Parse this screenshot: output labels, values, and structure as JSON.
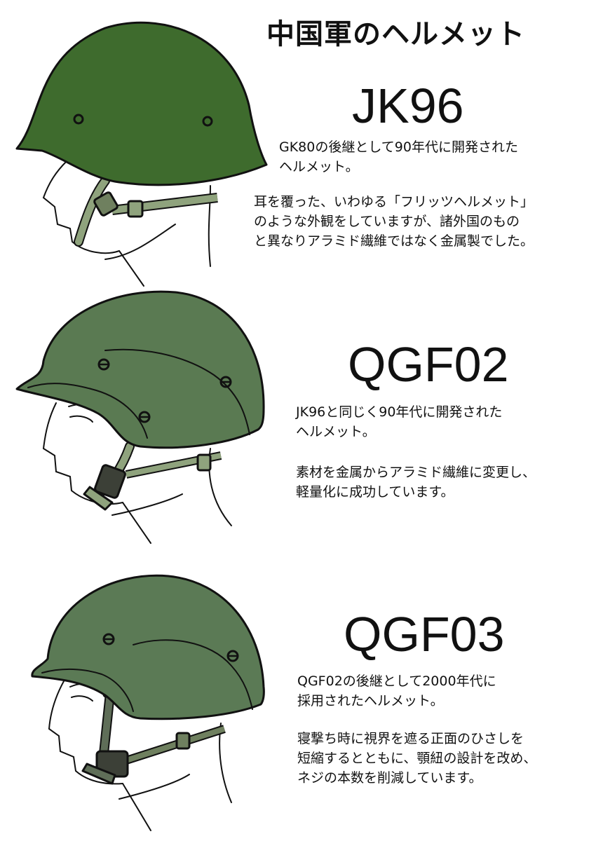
{
  "title": "中国軍のヘルメット",
  "colors": {
    "jk96_shell": "#3e6b2d",
    "qgf02_shell": "#5a7a52",
    "qgf03_shell": "#5b7a55",
    "strap_light": "#8fa37d",
    "strap_dark": "#5f6e58",
    "buckle": "#3c4037",
    "line": "#111111",
    "background": "#ffffff"
  },
  "icons": [
    "jk96-helmet-illustration",
    "qgf02-helmet-illustration",
    "qgf03-helmet-illustration"
  ],
  "helmets": [
    {
      "model": "JK96",
      "paragraphs": [
        [
          "GK80の後継として90年代に開発された",
          "ヘルメット。"
        ],
        [
          "耳を覆った、いわゆる「フリッツヘルメット」",
          "のような外観をしていますが、諸外国のもの",
          "と異なりアラミド繊維ではなく金属製でした。"
        ]
      ]
    },
    {
      "model": "QGF02",
      "paragraphs": [
        [
          "JK96と同じく90年代に開発された",
          "ヘルメット。"
        ],
        [
          "素材を金属からアラミド繊維に変更し、",
          "軽量化に成功しています。"
        ]
      ]
    },
    {
      "model": "QGF03",
      "paragraphs": [
        [
          "QGF02の後継として2000年代に",
          "採用されたヘルメット。"
        ],
        [
          "寝撃ち時に視界を遮る正面のひさしを",
          "短縮するとともに、顎紐の設計を改め、",
          "ネジの本数を削減しています。"
        ]
      ]
    }
  ]
}
